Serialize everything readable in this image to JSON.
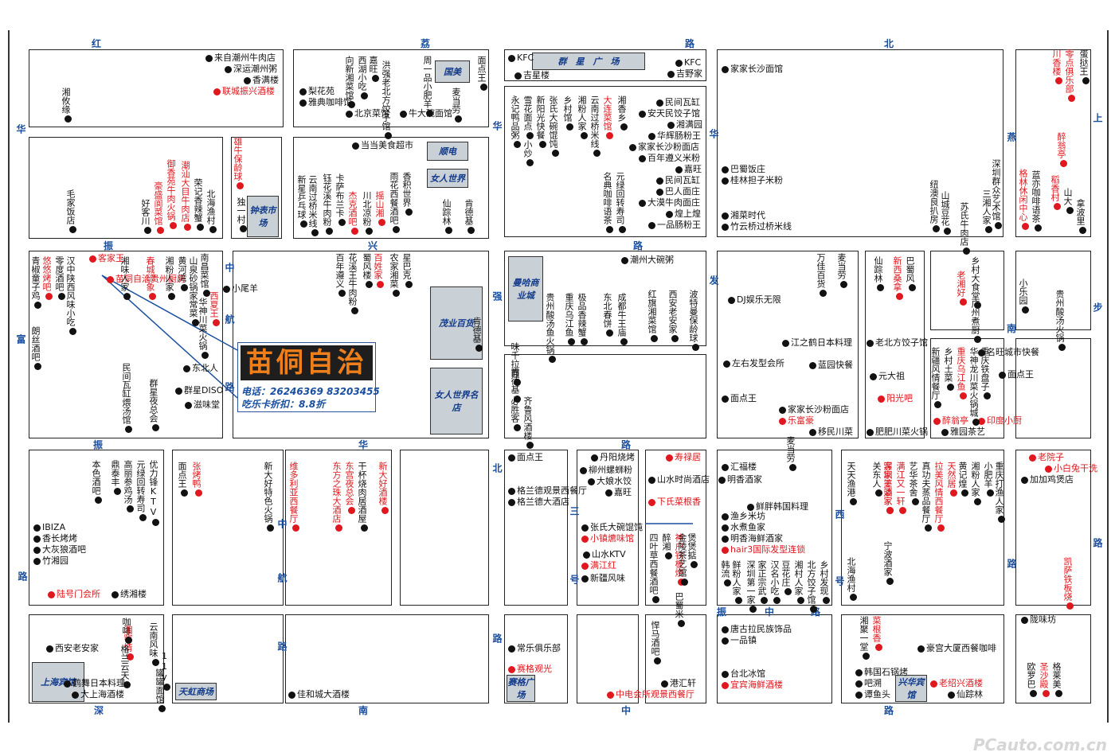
{
  "roads": [
    {
      "id": "r1",
      "text": "红"
    },
    {
      "id": "r2",
      "text": "荔"
    },
    {
      "id": "r3",
      "text": "路"
    },
    {
      "id": "r4",
      "text": "华"
    },
    {
      "id": "r5",
      "text": "富"
    },
    {
      "id": "r6",
      "text": "振"
    },
    {
      "id": "r7",
      "text": "兴"
    },
    {
      "id": "r8",
      "text": "路"
    },
    {
      "id": "r9",
      "text": "强"
    },
    {
      "id": "r10",
      "text": "发"
    },
    {
      "id": "r11",
      "text": "燕"
    },
    {
      "id": "r12",
      "text": "南"
    },
    {
      "id": "r13",
      "text": "步"
    },
    {
      "id": "r14",
      "text": "上"
    },
    {
      "id": "r15",
      "text": "华"
    },
    {
      "id": "r16",
      "text": "振"
    },
    {
      "id": "r17",
      "text": "华"
    },
    {
      "id": "r18",
      "text": "路"
    },
    {
      "id": "r19",
      "text": "北"
    },
    {
      "id": "r20",
      "text": "中"
    },
    {
      "id": "r21",
      "text": "航"
    },
    {
      "id": "r22",
      "text": "中"
    },
    {
      "id": "r23",
      "text": "航"
    },
    {
      "id": "r24",
      "text": "路"
    },
    {
      "id": "r25",
      "text": "路"
    },
    {
      "id": "r26",
      "text": "深"
    },
    {
      "id": "r27",
      "text": "南"
    },
    {
      "id": "r28",
      "text": "中"
    },
    {
      "id": "r29",
      "text": "路"
    },
    {
      "id": "r30",
      "text": "振"
    },
    {
      "id": "r31",
      "text": "中"
    },
    {
      "id": "r32",
      "text": "路"
    },
    {
      "id": "r33",
      "text": "西"
    },
    {
      "id": "r34",
      "text": "号"
    },
    {
      "id": "r35",
      "text": "路"
    },
    {
      "id": "r36",
      "text": "路"
    },
    {
      "id": "r37",
      "text": "华"
    },
    {
      "id": "r38",
      "text": "北"
    },
    {
      "id": "r39",
      "text": "三"
    },
    {
      "id": "r40",
      "text": "号"
    },
    {
      "id": "r41",
      "text": "路"
    },
    {
      "id": "r42",
      "text": "路"
    }
  ],
  "landmarks": [
    {
      "id": "g1",
      "text": "国美"
    },
    {
      "id": "g2",
      "text": "顺电"
    },
    {
      "id": "g3",
      "text": "女人世界"
    },
    {
      "id": "g4",
      "text": "钟表市场"
    },
    {
      "id": "g5",
      "text": "群　星　广　场"
    },
    {
      "id": "g6",
      "text": "曼哈商业城"
    },
    {
      "id": "g7",
      "text": "茂业百货"
    },
    {
      "id": "g8",
      "text": "女人世界名店"
    },
    {
      "id": "g9",
      "text": "上海宾馆"
    },
    {
      "id": "g10",
      "text": "天虹商场"
    },
    {
      "id": "g11",
      "text": "赛格广场"
    },
    {
      "id": "g12",
      "text": "兴华宾馆"
    }
  ],
  "banner": {
    "title": "苗侗自治",
    "phone": "电话：26246369  83203455",
    "discount": "吃乐卡折扣：8.8折"
  },
  "pois_h": [
    {
      "t": "来自潮州牛肉店",
      "red": false
    },
    {
      "t": "深运潮州粥",
      "red": false
    },
    {
      "t": "香满楼",
      "red": false
    },
    {
      "t": "联城振兴酒楼",
      "red": true
    },
    {
      "t": "梨花苑",
      "red": false
    },
    {
      "t": "雅典咖啡馆",
      "red": false
    },
    {
      "t": "北京菜馆",
      "red": false
    },
    {
      "t": "牛大碗面馆",
      "red": false
    },
    {
      "t": "KFC",
      "red": false
    },
    {
      "t": "吉星楼",
      "red": false
    },
    {
      "t": "KFC",
      "red": false
    },
    {
      "t": "吉野家",
      "red": false
    },
    {
      "t": "家家长沙面馆",
      "red": false
    },
    {
      "t": "民间瓦缸",
      "red": false
    },
    {
      "t": "安天民饺子馆",
      "red": false
    },
    {
      "t": "湘满园",
      "red": false
    },
    {
      "t": "华辉肠粉王",
      "red": false
    },
    {
      "t": "家家长沙粉面店",
      "red": false
    },
    {
      "t": "百年遵义米粉",
      "red": false
    },
    {
      "t": "嘉旺",
      "red": false
    },
    {
      "t": "民间瓦缸",
      "red": false
    },
    {
      "t": "巴人面庄",
      "red": false
    },
    {
      "t": "大漠牛肉面庄",
      "red": false
    },
    {
      "t": "煌上煌",
      "red": false
    },
    {
      "t": "一品肠粉王",
      "red": false
    },
    {
      "t": "巴蜀饭庄",
      "red": false
    },
    {
      "t": "桂林担子米粉",
      "red": false
    },
    {
      "t": "湘菜时代",
      "red": false
    },
    {
      "t": "竹云桥过桥米线",
      "red": false
    },
    {
      "t": "当当美食超市",
      "red": false
    },
    {
      "t": "潮州大碗粥",
      "red": false
    },
    {
      "t": "DJ娱乐无限",
      "red": false
    },
    {
      "t": "江之鹤日本料理",
      "red": false
    },
    {
      "t": "老北方饺子馆",
      "red": false
    },
    {
      "t": "左右发型会所",
      "red": false
    },
    {
      "t": "蓝园快餐",
      "red": false
    },
    {
      "t": "元大祖",
      "red": false
    },
    {
      "t": "阳光吧",
      "red": true
    },
    {
      "t": "面点王",
      "red": false
    },
    {
      "t": "家家长沙粉面店",
      "red": false
    },
    {
      "t": "乐富豪",
      "red": true
    },
    {
      "t": "移民川菜",
      "red": false
    },
    {
      "t": "肥肥川菜火锅",
      "red": false
    },
    {
      "t": "醉翁亭",
      "red": true
    },
    {
      "t": "雅园茶艺",
      "red": false
    },
    {
      "t": "印度小厨",
      "red": true
    },
    {
      "t": "名旺城市快餐",
      "red": false
    },
    {
      "t": "面点王",
      "red": false
    },
    {
      "t": "小尾羊",
      "red": false
    },
    {
      "t": "东北人",
      "red": false
    },
    {
      "t": "群星DISO",
      "red": false
    },
    {
      "t": "滋味堂",
      "red": false
    },
    {
      "t": "面点王",
      "red": false
    },
    {
      "t": "格兰德观景西餐厅",
      "red": false
    },
    {
      "t": "格兰德大酒店",
      "red": false
    },
    {
      "t": "丹阳烧烤",
      "red": false
    },
    {
      "t": "柳州螺蛳粉",
      "red": false
    },
    {
      "t": "大娘水饺",
      "red": false
    },
    {
      "t": "嘉旺",
      "red": false
    },
    {
      "t": "张氏大碗馄饨",
      "red": false
    },
    {
      "t": "小镇爊味馆",
      "red": true
    },
    {
      "t": "山水KTV",
      "red": false
    },
    {
      "t": "满江红",
      "red": true
    },
    {
      "t": "新疆风味",
      "red": false
    },
    {
      "t": "寿禄居",
      "red": true
    },
    {
      "t": "山水时尚酒店",
      "red": false
    },
    {
      "t": "下氏菜根香",
      "red": true
    },
    {
      "t": "汇福楼",
      "red": false
    },
    {
      "t": "明香酒家",
      "red": false
    },
    {
      "t": "鲜胖韩国料理",
      "red": false
    },
    {
      "t": "渔乡米坊",
      "red": false
    },
    {
      "t": "水煮鱼家",
      "red": false
    },
    {
      "t": "明香海鲜酒家",
      "red": false
    },
    {
      "t": "hair3国际发型连锁",
      "red": true
    },
    {
      "t": "老院子",
      "red": true
    },
    {
      "t": "小白兔干洗",
      "red": true
    },
    {
      "t": "加加鸡煲店",
      "red": false
    },
    {
      "t": "IBIZA",
      "red": false
    },
    {
      "t": "香长烤烤",
      "red": false
    },
    {
      "t": "大灰狼酒吧",
      "red": false
    },
    {
      "t": "竹湘园",
      "red": false
    },
    {
      "t": "陆号门会所",
      "red": true
    },
    {
      "t": "绣湘楼",
      "red": false
    },
    {
      "t": "西安老安家",
      "red": false
    },
    {
      "t": "鹤舞日本料理",
      "red": false
    },
    {
      "t": "大上海酒楼",
      "red": false
    },
    {
      "t": "佳和城大酒楼",
      "red": false
    },
    {
      "t": "常乐俱乐部",
      "red": false
    },
    {
      "t": "赛格观光",
      "red": true
    },
    {
      "t": "港汇轩",
      "red": false
    },
    {
      "t": "中电会所观景西餐厅",
      "red": true
    },
    {
      "t": "唐古拉民族饰品",
      "red": false
    },
    {
      "t": "一品镇",
      "red": false
    },
    {
      "t": "台北冰馆",
      "red": false
    },
    {
      "t": "宜宾海鲜酒楼",
      "red": true
    },
    {
      "t": "韩国石锅烤",
      "red": false
    },
    {
      "t": "吧溯",
      "red": false
    },
    {
      "t": "谭鱼头",
      "red": false
    },
    {
      "t": "豪宫大厦西餐咖啡",
      "red": false
    },
    {
      "t": "老绍兴酒楼",
      "red": true
    },
    {
      "t": "仙踪林",
      "red": false
    },
    {
      "t": "陇味坊",
      "red": false
    },
    {
      "t": "苗侗自治贵州厨房",
      "red": true
    },
    {
      "t": "客家王",
      "red": true
    }
  ],
  "pois_v": [
    {
      "t": "湘攸缘",
      "red": false
    },
    {
      "t": "向新湘菜馆",
      "red": false
    },
    {
      "t": "西湖小吃",
      "red": false
    },
    {
      "t": "嘉旺",
      "red": false
    },
    {
      "t": "洪强老北方饺子馆",
      "red": false
    },
    {
      "t": "周一品小肥羊",
      "red": false
    },
    {
      "t": "面点王",
      "red": false
    },
    {
      "t": "麦当劳",
      "red": false
    },
    {
      "t": "毛家饭店",
      "red": false
    },
    {
      "t": "好客川",
      "red": false
    },
    {
      "t": "豪盛阆菜馆",
      "red": true
    },
    {
      "t": "御香苑牛肉火锅",
      "red": true
    },
    {
      "t": "潮汕大目牛肉店",
      "red": true
    },
    {
      "t": "荣记香辣蟹",
      "red": false
    },
    {
      "t": "北海渔村",
      "red": false
    },
    {
      "t": "雄牛保龄球",
      "red": true
    },
    {
      "t": "独一村",
      "red": false
    },
    {
      "t": "新星乒乓球",
      "red": false
    },
    {
      "t": "云南过桥米线",
      "red": false
    },
    {
      "t": "钰花溪牛肉粉",
      "red": false
    },
    {
      "t": "卡萨布兰卡",
      "red": false
    },
    {
      "t": "杰克酒吧",
      "red": true
    },
    {
      "t": "川北凉粉",
      "red": false
    },
    {
      "t": "摇山湘",
      "red": true
    },
    {
      "t": "雨花西餐酒吧",
      "red": false
    },
    {
      "t": "香积世界",
      "red": false
    },
    {
      "t": "仙踪林",
      "red": false
    },
    {
      "t": "肯德基",
      "red": false
    },
    {
      "t": "永记鸭品粥",
      "red": false
    },
    {
      "t": "雪花面点",
      "red": false
    },
    {
      "t": "小炒",
      "red": false
    },
    {
      "t": "新阳光快餐",
      "red": false
    },
    {
      "t": "张氏大碗馄饨",
      "red": false
    },
    {
      "t": "乡村馆",
      "red": false
    },
    {
      "t": "湘粉人家",
      "red": false
    },
    {
      "t": "云南过桥米线",
      "red": false
    },
    {
      "t": "大连菜馆",
      "red": true
    },
    {
      "t": "湘香乡",
      "red": false
    },
    {
      "t": "名典咖啡语茶",
      "red": false
    },
    {
      "t": "元绿回转寿司",
      "red": false
    },
    {
      "t": "纽澳良扒房",
      "red": false
    },
    {
      "t": "山城豆花",
      "red": false
    },
    {
      "t": "苏氏牛肉店",
      "red": false
    },
    {
      "t": "三湘人家",
      "red": false
    },
    {
      "t": "深圳群众艺术馆",
      "red": false
    },
    {
      "t": "格林休闲中心",
      "red": true
    },
    {
      "t": "蓝亦咖啡语茶",
      "red": false
    },
    {
      "t": "稻香村",
      "red": true
    },
    {
      "t": "山大",
      "red": false
    },
    {
      "t": "拿波里",
      "red": false
    },
    {
      "t": "川香楼",
      "red": true
    },
    {
      "t": "零点俱乐部",
      "red": true
    },
    {
      "t": "醉翁亭",
      "red": true
    },
    {
      "t": "蛋挞王",
      "red": false
    },
    {
      "t": "青椒童子鸡",
      "red": false
    },
    {
      "t": "悠悠烤吧",
      "red": true
    },
    {
      "t": "零度酒吧",
      "red": false
    },
    {
      "t": "汉中陕西风味小吃",
      "red": false
    },
    {
      "t": "湘味人家",
      "red": false
    },
    {
      "t": "春城印象",
      "red": true
    },
    {
      "t": "湘粉人家",
      "red": false
    },
    {
      "t": "黄河湾",
      "red": false
    },
    {
      "t": "山泉砂锅家常菜",
      "red": false
    },
    {
      "t": "南昌菜馆",
      "red": false
    },
    {
      "t": "华神川菜火锅",
      "red": false
    },
    {
      "t": "西夏王",
      "red": true
    },
    {
      "t": "朗丝酒吧",
      "red": false
    },
    {
      "t": "民间瓦缸煨汤馆",
      "red": false
    },
    {
      "t": "群星夜总会",
      "red": false
    },
    {
      "t": "百年遵义",
      "red": false
    },
    {
      "t": "花溪王牛肉粉",
      "red": false
    },
    {
      "t": "蜀风楼",
      "red": false
    },
    {
      "t": "百姓家",
      "red": true
    },
    {
      "t": "农家湘菜",
      "red": false
    },
    {
      "t": "星巴克",
      "red": false
    },
    {
      "t": "肯德基",
      "red": false
    },
    {
      "t": "味千拉面",
      "red": false
    },
    {
      "t": "肯德基",
      "red": false
    },
    {
      "t": "必胜客",
      "red": false
    },
    {
      "t": "齐鲁风酒楼",
      "red": false
    },
    {
      "t": "贵州酸汤鱼火锅",
      "red": false
    },
    {
      "t": "重庆乌江鱼",
      "red": false
    },
    {
      "t": "极品香辣蟹",
      "red": false
    },
    {
      "t": "东北春饼",
      "red": false
    },
    {
      "t": "成都牛王庙",
      "red": false
    },
    {
      "t": "红旗湘菜馆",
      "red": false
    },
    {
      "t": "西安老安家",
      "red": false
    },
    {
      "t": "波特曼保龄球",
      "red": false
    },
    {
      "t": "万佳百货",
      "red": false
    },
    {
      "t": "麦当劳",
      "red": false
    },
    {
      "t": "仙踪林",
      "red": false
    },
    {
      "t": "新西桑拿",
      "red": true
    },
    {
      "t": "巴蜀风",
      "red": false
    },
    {
      "t": "乡村大食堂",
      "red": false
    },
    {
      "t": "老湘好",
      "red": true
    },
    {
      "t": "广州煮厨",
      "red": false
    },
    {
      "t": "小乐园",
      "red": false
    },
    {
      "t": "贵州酸汤火锅",
      "red": false
    },
    {
      "t": "新疆风情餐厅",
      "red": false
    },
    {
      "t": "乡村土菜",
      "red": false
    },
    {
      "t": "重庆乌江鱼",
      "red": true
    },
    {
      "t": "华神龙川菜火锅城",
      "red": false
    },
    {
      "t": "重庆铁盘子",
      "red": false
    },
    {
      "t": "麦当劳",
      "red": false
    },
    {
      "t": "本色酒吧",
      "red": false
    },
    {
      "t": "鼎泰丰",
      "red": false
    },
    {
      "t": "高丽参鸡汤",
      "red": false
    },
    {
      "t": "元绿回转寿司",
      "red": false
    },
    {
      "t": "优力锋KTV",
      "red": false
    },
    {
      "t": "面点王",
      "red": false
    },
    {
      "t": "张烤鸭",
      "red": true
    },
    {
      "t": "新大好特色火锅",
      "red": false
    },
    {
      "t": "维多利亚西餐厅",
      "red": true
    },
    {
      "t": "东方之珠大酒店",
      "red": true
    },
    {
      "t": "东宫夜总会",
      "red": true
    },
    {
      "t": "新大好酒楼",
      "red": true
    },
    {
      "t": "干杯烧肉居酒屋",
      "red": false
    },
    {
      "t": "四叶草西餐酒吧",
      "red": false
    },
    {
      "t": "醉湘",
      "red": false
    },
    {
      "t": "神户铁板烧",
      "red": true
    },
    {
      "t": "金陵茶艺馆",
      "red": false
    },
    {
      "t": "煲煲掂",
      "red": false
    },
    {
      "t": "巴蜀米",
      "red": false
    },
    {
      "t": "韩流",
      "red": false
    },
    {
      "t": "鲜粉人家",
      "red": false
    },
    {
      "t": "深圳第一家",
      "red": false
    },
    {
      "t": "家正宗武",
      "red": false
    },
    {
      "t": "汉名小吃",
      "red": false
    },
    {
      "t": "豆花庄",
      "red": false
    },
    {
      "t": "湘村人家",
      "red": false
    },
    {
      "t": "北方饺子馆",
      "red": false
    },
    {
      "t": "乡村发现",
      "red": false
    },
    {
      "t": "天天渔港",
      "red": false
    },
    {
      "t": "北海渔村",
      "red": false
    },
    {
      "t": "关东人",
      "red": false
    },
    {
      "t": "客家王酒家",
      "red": true
    },
    {
      "t": "深圳婆婆家",
      "red": true
    },
    {
      "t": "满江又一轩",
      "red": true
    },
    {
      "t": "艺华茶舍",
      "red": false
    },
    {
      "t": "真功夫蒸品餐厅",
      "red": false
    },
    {
      "t": "拉美风情西餐厅",
      "red": true
    },
    {
      "t": "天然居",
      "red": true
    },
    {
      "t": "黄记煌",
      "red": false
    },
    {
      "t": "湘粉人家",
      "red": false
    },
    {
      "t": "小肥羊",
      "red": false
    },
    {
      "t": "重庆打渔人家",
      "red": false
    },
    {
      "t": "宁波酒家",
      "red": false
    },
    {
      "t": "凯萨铁板烧",
      "red": true
    },
    {
      "t": "湘鄂情",
      "red": true
    },
    {
      "t": "云南风味",
      "red": false
    },
    {
      "t": "11y",
      "red": false
    },
    {
      "t": "咖啡",
      "red": false
    },
    {
      "t": "格兰云天",
      "red": false
    },
    {
      "t": "罐罐面馆",
      "red": false
    },
    {
      "t": "悍马酒吧",
      "red": false
    },
    {
      "t": "湘聚一堂",
      "red": false
    },
    {
      "t": "菜根香",
      "red": true
    },
    {
      "t": "欧罗巴",
      "red": false
    },
    {
      "t": "圣沙殿",
      "red": true
    },
    {
      "t": "格莱美",
      "red": false
    }
  ],
  "watermark": "PCauto.com.cn"
}
